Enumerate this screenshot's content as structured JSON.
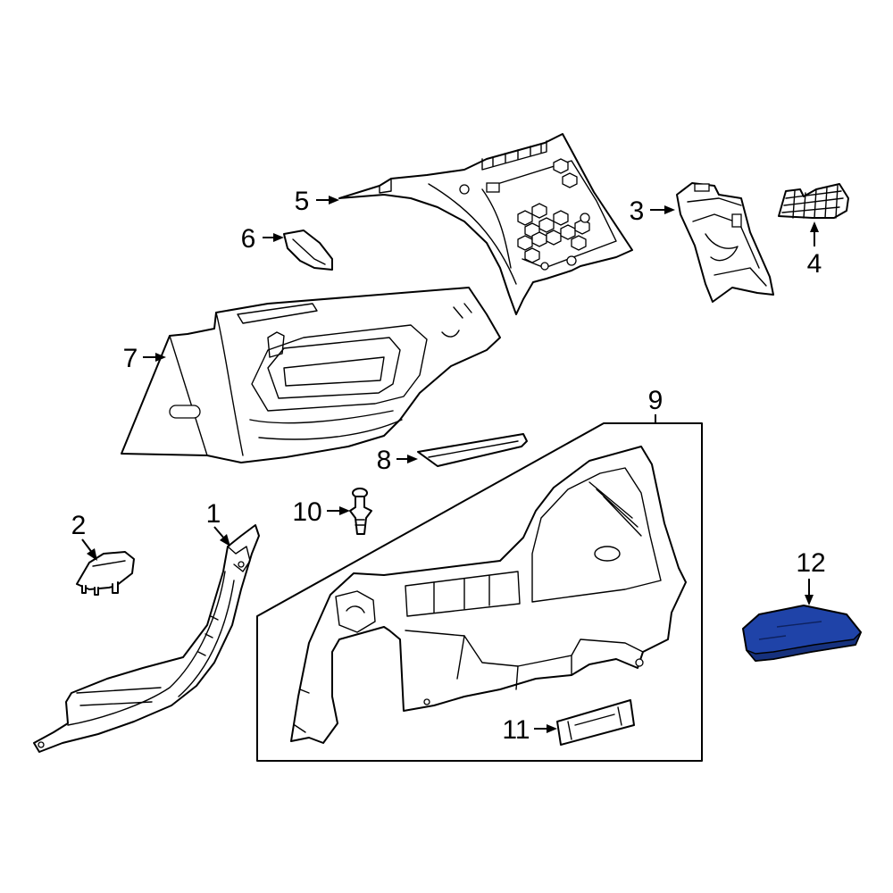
{
  "diagram": {
    "callouts": [
      {
        "id": "1",
        "label": "1"
      },
      {
        "id": "2",
        "label": "2"
      },
      {
        "id": "3",
        "label": "3"
      },
      {
        "id": "4",
        "label": "4"
      },
      {
        "id": "5",
        "label": "5"
      },
      {
        "id": "6",
        "label": "6"
      },
      {
        "id": "7",
        "label": "7"
      },
      {
        "id": "8",
        "label": "8"
      },
      {
        "id": "9",
        "label": "9"
      },
      {
        "id": "10",
        "label": "10"
      },
      {
        "id": "11",
        "label": "11"
      },
      {
        "id": "12",
        "label": "12"
      }
    ],
    "highlight_part": "12",
    "colors": {
      "highlight_fill": "#1f43a8",
      "highlight_dark": "#16317d",
      "line": "#000000",
      "background": "#ffffff"
    }
  }
}
